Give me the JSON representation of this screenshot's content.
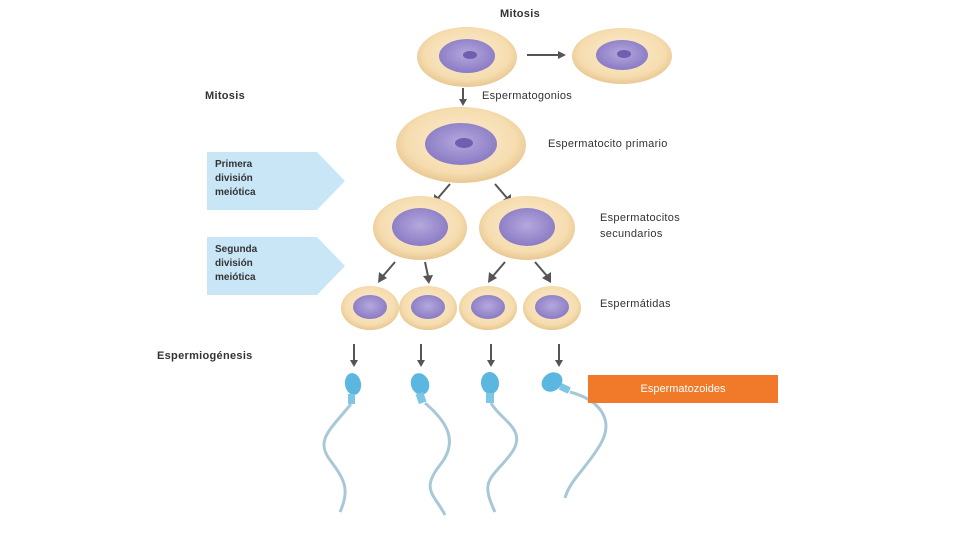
{
  "labels": {
    "mitosis_top": "Mitosis",
    "mitosis_left": "Mitosis",
    "spermatogonia": "Espermatogonios",
    "spermatocyte_primary": "Espermatocito primario",
    "spermatocyte_secondary_line1": "Espermatocitos",
    "spermatocyte_secondary_line2": "secundarios",
    "spermatids": "Espermátidas",
    "spermiogenesis": "Espermiogénesis"
  },
  "side_boxes": {
    "first_meiotic": "Primera\ndivisión\nmeiótica",
    "second_meiotic": "Segunda\ndivisión\nmeiótica"
  },
  "highlight": {
    "label": "Espermatozoides"
  },
  "colors": {
    "cell_outer": "#f6ddb0",
    "cell_rim": "#e3bf86",
    "nucleus": "#9d8fcd",
    "nucleus_dark": "#6f5fae",
    "arrow": "#555555",
    "side_box": "#c9e6f7",
    "highlight": "#f07a2a",
    "sperm_head": "#5bb6e0",
    "sperm_tail": "#a8c8d8"
  }
}
